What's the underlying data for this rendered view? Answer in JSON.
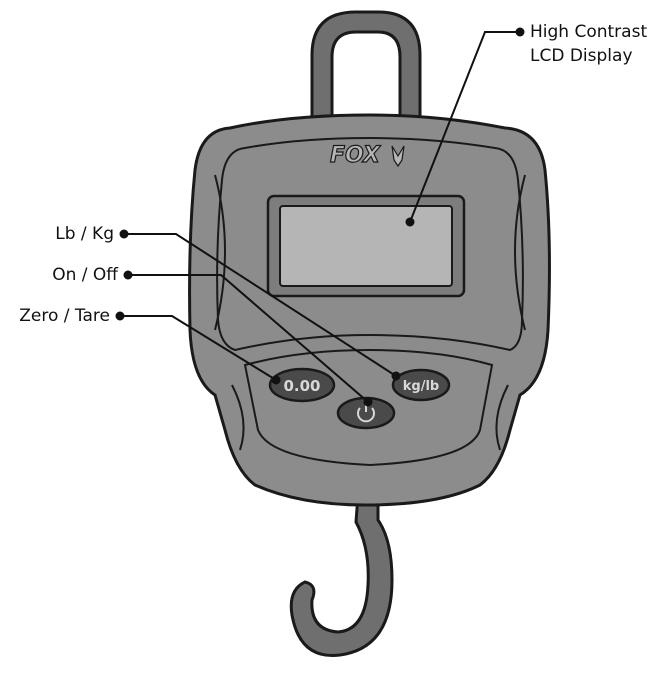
{
  "device": {
    "brand": "FOX",
    "buttons": {
      "zero_tare": "0.00",
      "unit": "kg/lb"
    },
    "icons": [
      "hanger-hook-icon",
      "fox-logo-icon",
      "power-icon",
      "weighing-hook-icon"
    ]
  },
  "callouts": {
    "lcd_line1": "High Contrast",
    "lcd_line2": "LCD Display",
    "lb_kg": "Lb / Kg",
    "on_off": "On / Off",
    "zero_tare": "Zero / Tare"
  },
  "colors": {
    "body": "#8c8c8c",
    "body_dark": "#6f6f6f",
    "outline": "#1a1a1a",
    "screen": "#b5b5b5",
    "button": "#4a4a4a"
  }
}
